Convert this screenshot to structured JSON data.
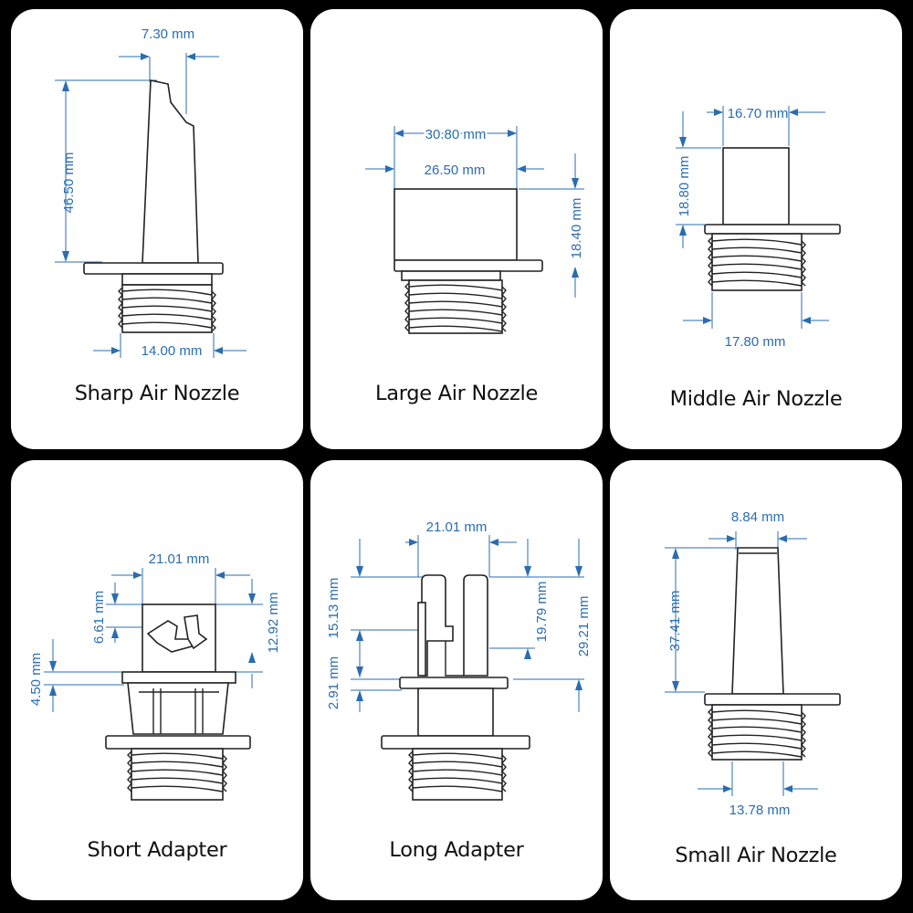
{
  "colors": {
    "background": "#000000",
    "card": "#ffffff",
    "dimension": "#2a6db0",
    "outline": "#222222"
  },
  "cards": {
    "sharp": {
      "title": "Sharp Air Nozzle",
      "dims": {
        "top": "7.30 mm",
        "height": "46.50 mm",
        "bottom": "14.00 mm"
      }
    },
    "large": {
      "title": "Large Air Nozzle",
      "dims": {
        "outer": "30.80 mm",
        "inner": "26.50 mm",
        "height": "18.40 mm"
      }
    },
    "middle": {
      "title": "Middle Air Nozzle",
      "dims": {
        "top": "16.70 mm",
        "height": "18.80 mm",
        "bottom": "17.80 mm"
      }
    },
    "short": {
      "title": "Short Adapter",
      "dims": {
        "width": "21.01 mm",
        "slot": "6.61 mm",
        "height": "12.92 mm",
        "gap": "4.50 mm"
      }
    },
    "long": {
      "title": "Long Adapter",
      "dims": {
        "width": "21.01 mm",
        "slot": "15.13 mm",
        "base": "2.91 mm",
        "mid": "19.79 mm",
        "total": "29.21 mm"
      }
    },
    "small": {
      "title": "Small Air Nozzle",
      "dims": {
        "top": "8.84 mm",
        "height": "37.41 mm",
        "bottom": "13.78 mm"
      }
    }
  }
}
